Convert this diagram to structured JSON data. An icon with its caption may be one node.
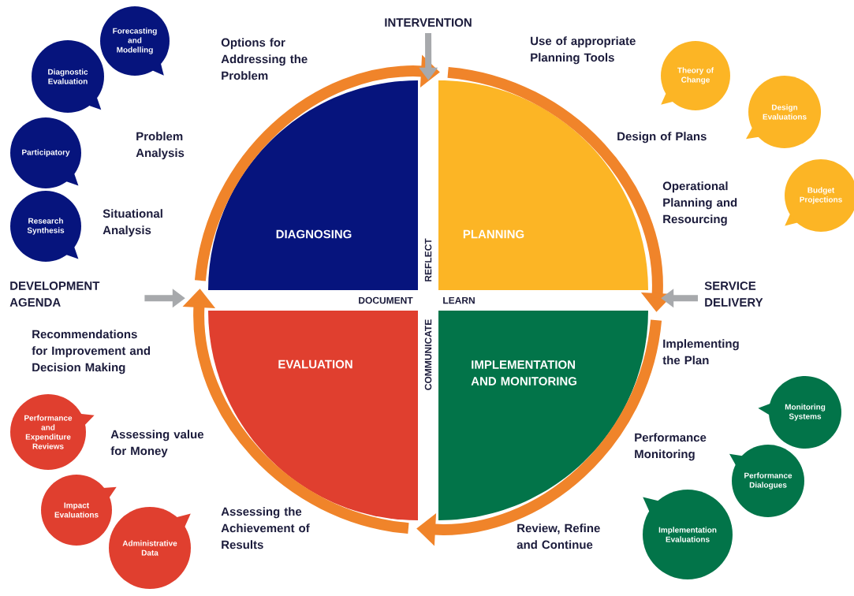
{
  "diagram": {
    "nodes": [
      {
        "text": [
          "DIAGNOSING"
        ]
      },
      {
        "text": [
          "PLANNING"
        ]
      },
      {
        "text": [
          "IMPLEMENTATION AND MONITORING"
        ]
      },
      {
        "text": [
          "EVALUATION"
        ]
      },
      {
        "text": [
          "INTERVENTION"
        ]
      },
      {
        "text": [
          "DEVELOPMENT AGENDA"
        ]
      },
      {
        "text": [
          "SERVICE DELIVERY"
        ]
      },
      {
        "text": [
          "Forecasting and Modelling"
        ]
      },
      {
        "text": [
          "Diagnostic Evaluation"
        ]
      },
      {
        "text": [
          "Participatory"
        ]
      },
      {
        "text": [
          "Research Synthesis"
        ]
      },
      {
        "text": [
          "Theory of Change"
        ]
      },
      {
        "text": [
          "Design Evaluations"
        ]
      },
      {
        "text": [
          "Budget Projections"
        ]
      },
      {
        "text": [
          "Performance and Expenditure Reviews"
        ]
      },
      {
        "text": [
          "Impact Evaluations"
        ]
      },
      {
        "text": [
          "Administrative Data"
        ]
      },
      {
        "text": [
          "Monitoring Systems"
        ]
      },
      {
        "text": [
          "Performance Dialogues"
        ]
      },
      {
        "text": [
          "Implementation Evaluations"
        ]
      }
    ],
    "edges": [
      {
        "from": 0,
        "to": 1,
        "arrow": "to"
      },
      {
        "from": 1,
        "to": 2,
        "arrow": "to"
      },
      {
        "from": 2,
        "to": 3,
        "arrow": "to"
      },
      {
        "from": 3,
        "to": 0,
        "arrow": "to"
      },
      {
        "from": 4,
        "to": 0,
        "arrow": "to",
        "color": "#a7a9ac"
      },
      {
        "from": 5,
        "to": 0,
        "arrow": "to",
        "color": "#a7a9ac"
      },
      {
        "from": 6,
        "to": 1,
        "arrow": "to",
        "color": "#a7a9ac"
      }
    ],
    "labels": [
      "Options for Addressing the Problem",
      "Use of appropriate Planning Tools",
      "Problem Analysis",
      "Design of Plans",
      "Situational Analysis",
      "Operational Planning and Resourcing",
      "REFLECT",
      "DOCUMENT",
      "LEARN",
      "COMMUNICATE",
      "Recommendations for Improvement and Decision Making",
      "Implementing the Plan",
      "Assessing value for Money",
      "Performance Monitoring",
      "Assessing the Achievement of Results",
      "Review, Refine and Continue"
    ]
  }
}
